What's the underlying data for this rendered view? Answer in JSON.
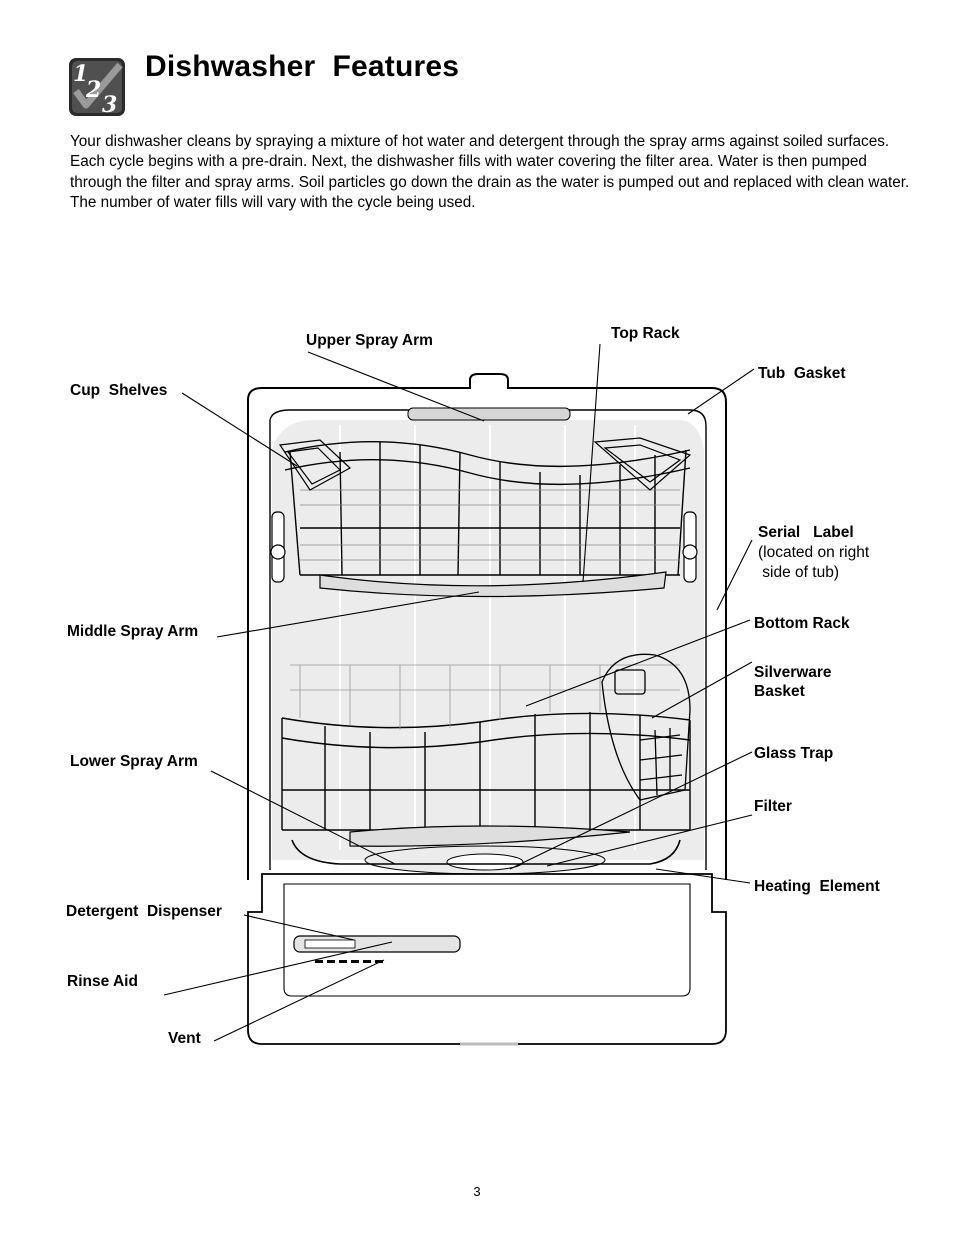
{
  "header": {
    "title": "Dishwasher  Features",
    "logo_icon": "numbered-steps-check-icon"
  },
  "intro_text": "Your dishwasher cleans by spraying a mixture of hot water and detergent through the spray arms against soiled surfaces. Each cycle begins with a pre-drain. Next, the dishwasher fills with water covering the filter area. Water is then pumped through the filter and spray arms. Soil particles go down the drain as the water is pumped out and replaced with clean water. The number of water fills will vary with the cycle being used.",
  "labels": {
    "upper_spray_arm": "Upper Spray Arm",
    "top_rack": "Top Rack",
    "tub_gasket": "Tub  Gasket",
    "cup_shelves": "Cup  Shelves",
    "serial_label": "Serial   Label",
    "serial_label_note_1": "(located on right",
    "serial_label_note_2": " side of tub)",
    "middle_spray_arm": "Middle Spray Arm",
    "bottom_rack": "Bottom Rack",
    "silverware_basket_1": "Silverware",
    "silverware_basket_2": "Basket",
    "lower_spray_arm": "Lower Spray Arm",
    "glass_trap": "Glass Trap",
    "filter": "Filter",
    "heating_element": "Heating  Element",
    "detergent_dispenser": "Detergent  Dispenser",
    "rinse_aid": "Rinse Aid",
    "vent": "Vent"
  },
  "page_number": "3"
}
